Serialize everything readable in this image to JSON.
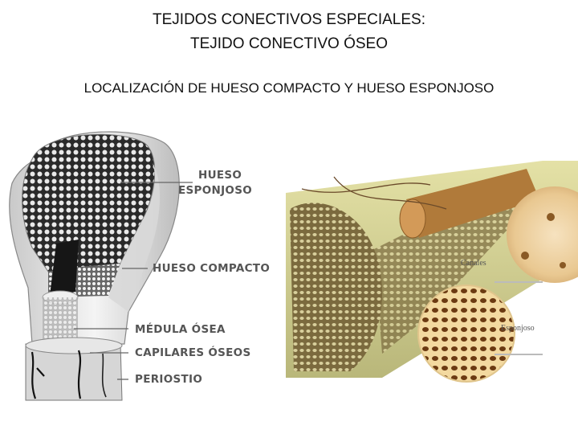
{
  "slide": {
    "title_line1": "TEJIDOS CONECTIVOS ESPECIALES:",
    "title_line2": "TEJIDO CONECTIVO ÓSEO",
    "subtitle": "LOCALIZACIÓN DE HUESO COMPACTO Y HUESO ESPONJOSO"
  },
  "left_diagram": {
    "labels": {
      "hueso_esponjoso_1": "HUESO",
      "hueso_esponjoso_2": "ESPONJOSO",
      "hueso_compacto": "HUESO COMPACTO",
      "medula_osea": "MÉDULA ÓSEA",
      "capilares_oseos": "CAPILARES ÓSEOS",
      "periostio": "PERIOSTIO"
    }
  },
  "right_diagram": {
    "labels": {
      "canales": "Canales",
      "esponjoso": "Esponjoso"
    }
  }
}
